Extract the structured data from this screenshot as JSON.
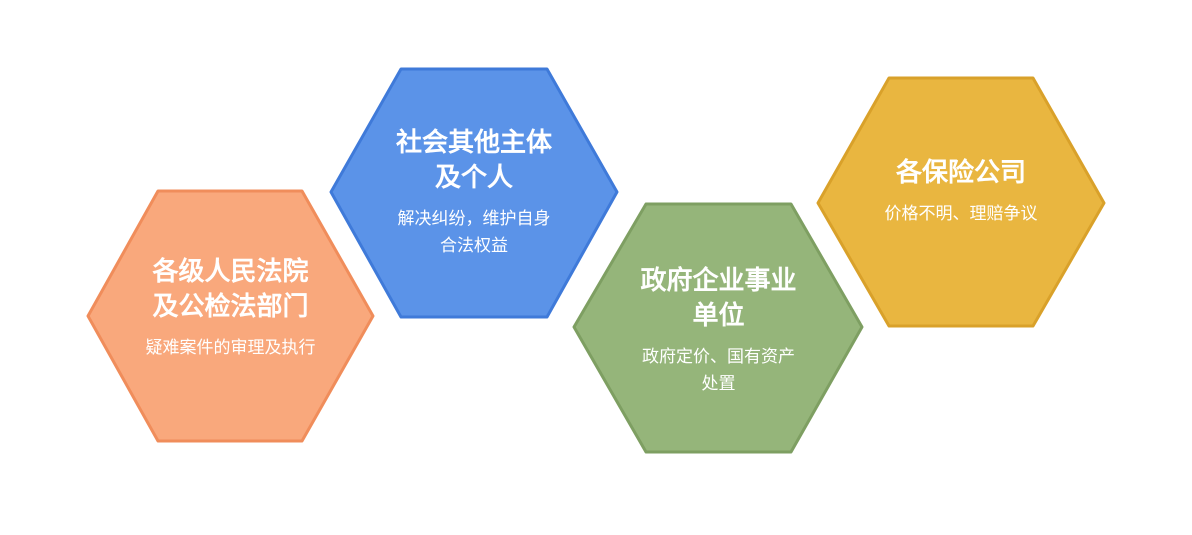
{
  "colors": {
    "court": "#f9a87c",
    "social": "#5b93e8",
    "gov": "#95b57a",
    "insurance": "#e9b640"
  },
  "hexagons": [
    {
      "key": "court",
      "title_line1": "各级人民法院",
      "title_line2": "及公检法部门",
      "sub_line1": "疑难案件的审理及执行",
      "sub_line2": ""
    },
    {
      "key": "social",
      "title_line1": "社会其他主体",
      "title_line2": "及个人",
      "sub_line1": "解决纠纷，维护自身",
      "sub_line2": "合法权益"
    },
    {
      "key": "gov",
      "title_line1": "政府企业事业",
      "title_line2": "单位",
      "sub_line1": "政府定价、国有资产",
      "sub_line2": "处置"
    },
    {
      "key": "insurance",
      "title_line1": "各保险公司",
      "title_line2": "",
      "sub_line1": "价格不明、理赔争议",
      "sub_line2": ""
    }
  ]
}
